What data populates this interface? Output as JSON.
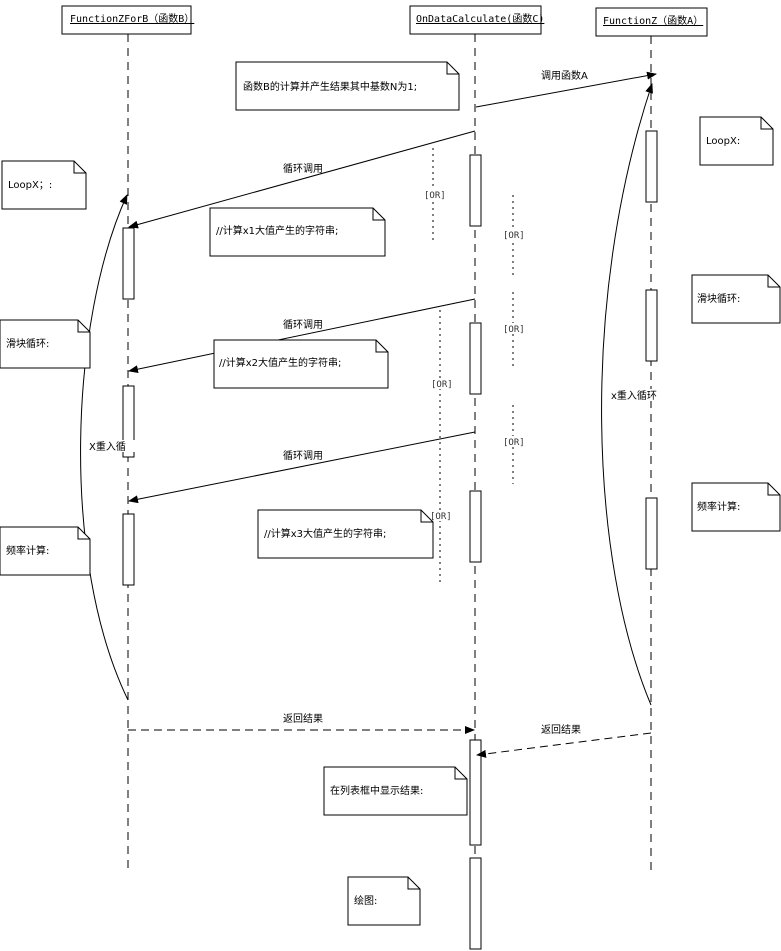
{
  "lifelines": [
    {
      "id": "B",
      "label": "FunctionZForB（函数B）"
    },
    {
      "id": "C",
      "label": "OnDataCalculate(函数C)"
    },
    {
      "id": "A",
      "label": "FunctionZ（函数A）"
    }
  ],
  "notes": {
    "top": "函数B的计算并产生结果其中基数N为1;",
    "loopx_right": "LoopX:",
    "loopx_left": "LoopX；:",
    "slider_left": "滑块循环:",
    "slider_right": "滑块循环:",
    "freq_left": "频率计算:",
    "freq_right": "频率计算:",
    "x1": "//计算x1大值产生的字符串;",
    "x2": "//计算x2大值产生的字符串;",
    "x3": "//计算x3大值产生的字符串;",
    "listbox": "在列表框中显示结果:",
    "draw": "绘图:"
  },
  "messages": {
    "call_a": "调用函数A",
    "loop_call_1": "循环调用",
    "loop_call_2": "循环调用",
    "loop_call_3": "循环调用",
    "return_b": "返回结果",
    "return_a": "返回结果",
    "reenter_left": "X重入循",
    "reenter_right": "x重入循环"
  },
  "guards": {
    "or1": "[OR]",
    "or2": "[OR]",
    "or3": "[OR]",
    "or4": "[OR]",
    "or5": "[OR]",
    "or6": "[OR]"
  }
}
